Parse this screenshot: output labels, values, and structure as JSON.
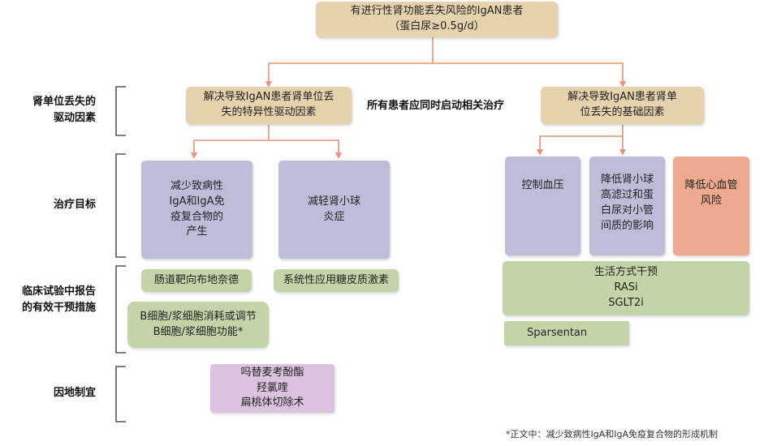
{
  "top": {
    "line1": "有进行性肾功能丢失风险的IgAN患者",
    "line2": "（蛋白尿≥0.5g/d）"
  },
  "center_text": "所有患者应同时启动相关治疗",
  "row_labels": {
    "drivers": "肾单位丢失的\n驱动因素",
    "targets": "治疗目标",
    "interventions": "临床试验中报告\n的有效干预措施",
    "individual": "因地制宜"
  },
  "drivers": {
    "specific": "解决导致IgAN患者肾单位丢\n失的特异性驱动因素",
    "general": "解决导致IgAN患者肾单\n位丢失的基础因素"
  },
  "targets": {
    "reduce_iga": "减少致病性\nIgA和IgA免\n疫复合物的\n产生",
    "reduce_inflammation": "减轻肾小球\n炎症",
    "bp": "控制血压",
    "hyperfiltration": "降低肾小球\n高滤过和蛋\n白尿对小管\n间质的影响",
    "cv_risk": "降低心血管\n风险"
  },
  "interventions": {
    "budesonide": "肠道靶向布地奈德",
    "steroids": "系统性应用糖皮质激素",
    "bcell": "B细胞/浆细胞消耗或调节\nB细胞/浆细胞功能*",
    "lifestyle": "生活方式干预\nRASi\nSGLT2i",
    "sparsentan": "Sparsentan"
  },
  "individual": {
    "items": "吗替麦考酚酯\n羟氯喹\n扁桃体切除术"
  },
  "footnote": "*正文中：减少致病性IgA和IgA免疫复合物的形成机制",
  "colors": {
    "tan": "#e6d3ad",
    "purple": "#bdbcd9",
    "green": "#c3d5a8",
    "salmon": "#eeaa8e",
    "pink": "#dbc3df",
    "arrow": "#e8937a",
    "bracket": "#555555"
  }
}
